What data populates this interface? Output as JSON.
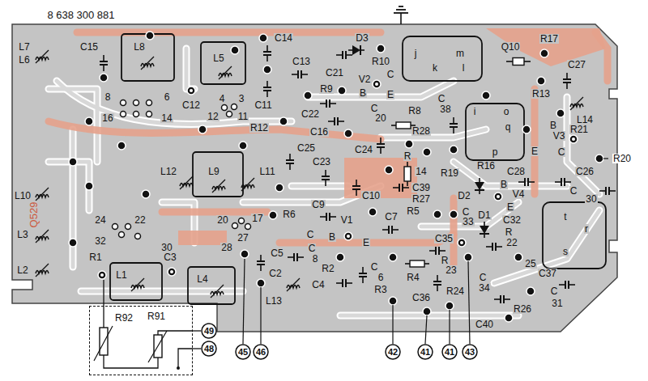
{
  "diagram": {
    "nodes": [
      {
        "text": [
          "R92",
          "R91"
        ]
      },
      {
        "text": [
          "49"
        ]
      },
      {
        "text": [
          "48"
        ]
      },
      {
        "text": [
          "45"
        ]
      },
      {
        "text": [
          "46"
        ]
      },
      {
        "text": [
          "42"
        ]
      },
      {
        "text": [
          "41"
        ]
      },
      {
        "text": [
          "41"
        ]
      },
      {
        "text": [
          "43"
        ]
      }
    ],
    "edges": [
      {
        "from": 0,
        "to": 1,
        "arrow": "none"
      },
      {
        "from": 0,
        "to": 2,
        "arrow": "none"
      }
    ],
    "labels": [
      "8 638 300 881",
      "L7",
      "L6",
      "C15",
      "L8",
      "L5",
      "C14",
      "C13",
      "D3",
      "j",
      "m",
      "k",
      "l",
      "Q10",
      "R17",
      "C27",
      "R10",
      "C21",
      "V2",
      "C",
      "B",
      "E",
      "R9",
      "C12",
      "C11",
      "8",
      "6",
      "16",
      "14",
      "4",
      "3",
      "12",
      "11",
      "C22",
      "C",
      "20",
      "R8",
      "C",
      "38",
      "i",
      "o",
      "q",
      "p",
      "R13",
      "L14",
      "B",
      "V3",
      "E",
      "C",
      "R21",
      "R20",
      "R12",
      "C16",
      "C24",
      "R28",
      "R",
      "14",
      "C25",
      "C23",
      "L12",
      "L9",
      "L11",
      "C39",
      "R19",
      "R16",
      "C28",
      "C26",
      "B",
      "V4",
      "E",
      "C",
      "30",
      "D2",
      "C10",
      "R27",
      "L10",
      "L3",
      "L2",
      "Q529",
      "24",
      "22",
      "32",
      "30",
      "20",
      "17",
      "27",
      "28",
      "R6",
      "C9",
      "V1",
      "C",
      "B",
      "E",
      "C7",
      "R5",
      "C",
      "33",
      "D1",
      "C32",
      "R",
      "22",
      "t",
      "r",
      "s",
      "R1",
      "C3",
      "C5",
      "C",
      "8",
      "R2",
      "C",
      "6",
      "C35",
      "R",
      "23",
      "25",
      "C37",
      "C2",
      "L13",
      "C4",
      "R4",
      "R3",
      "C36",
      "R24",
      "C",
      "34",
      "R26",
      "C40",
      "C",
      "31",
      "L1",
      "L4"
    ]
  }
}
